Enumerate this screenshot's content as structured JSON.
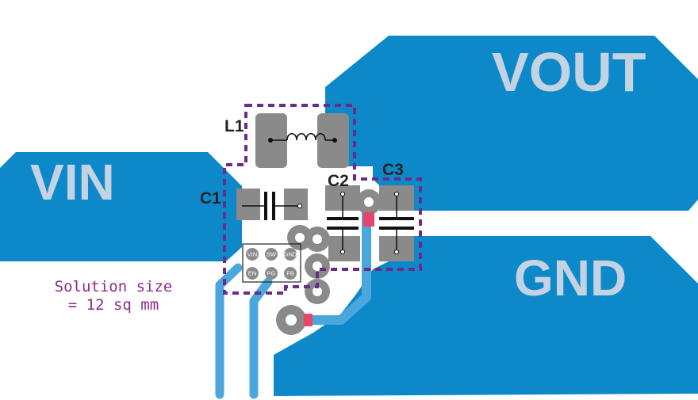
{
  "nets": {
    "vin": "VIN",
    "vout": "VOUT",
    "gnd": "GND"
  },
  "components": {
    "inductor": "L1",
    "input_cap": "C1",
    "output_cap_a": "C2",
    "output_cap_b": "C3"
  },
  "ic_pins": [
    "VIN",
    "SW",
    "GND",
    "EN",
    "PG",
    "FB"
  ],
  "solution_note": {
    "line1": "Solution size",
    "line2": "= 12 sq mm"
  },
  "colors": {
    "copper": "#0d88c9",
    "trace": "#4aa7de",
    "pad": "#8a8a8a",
    "outline": "#6b2b86",
    "thermal": "#e8456b"
  }
}
